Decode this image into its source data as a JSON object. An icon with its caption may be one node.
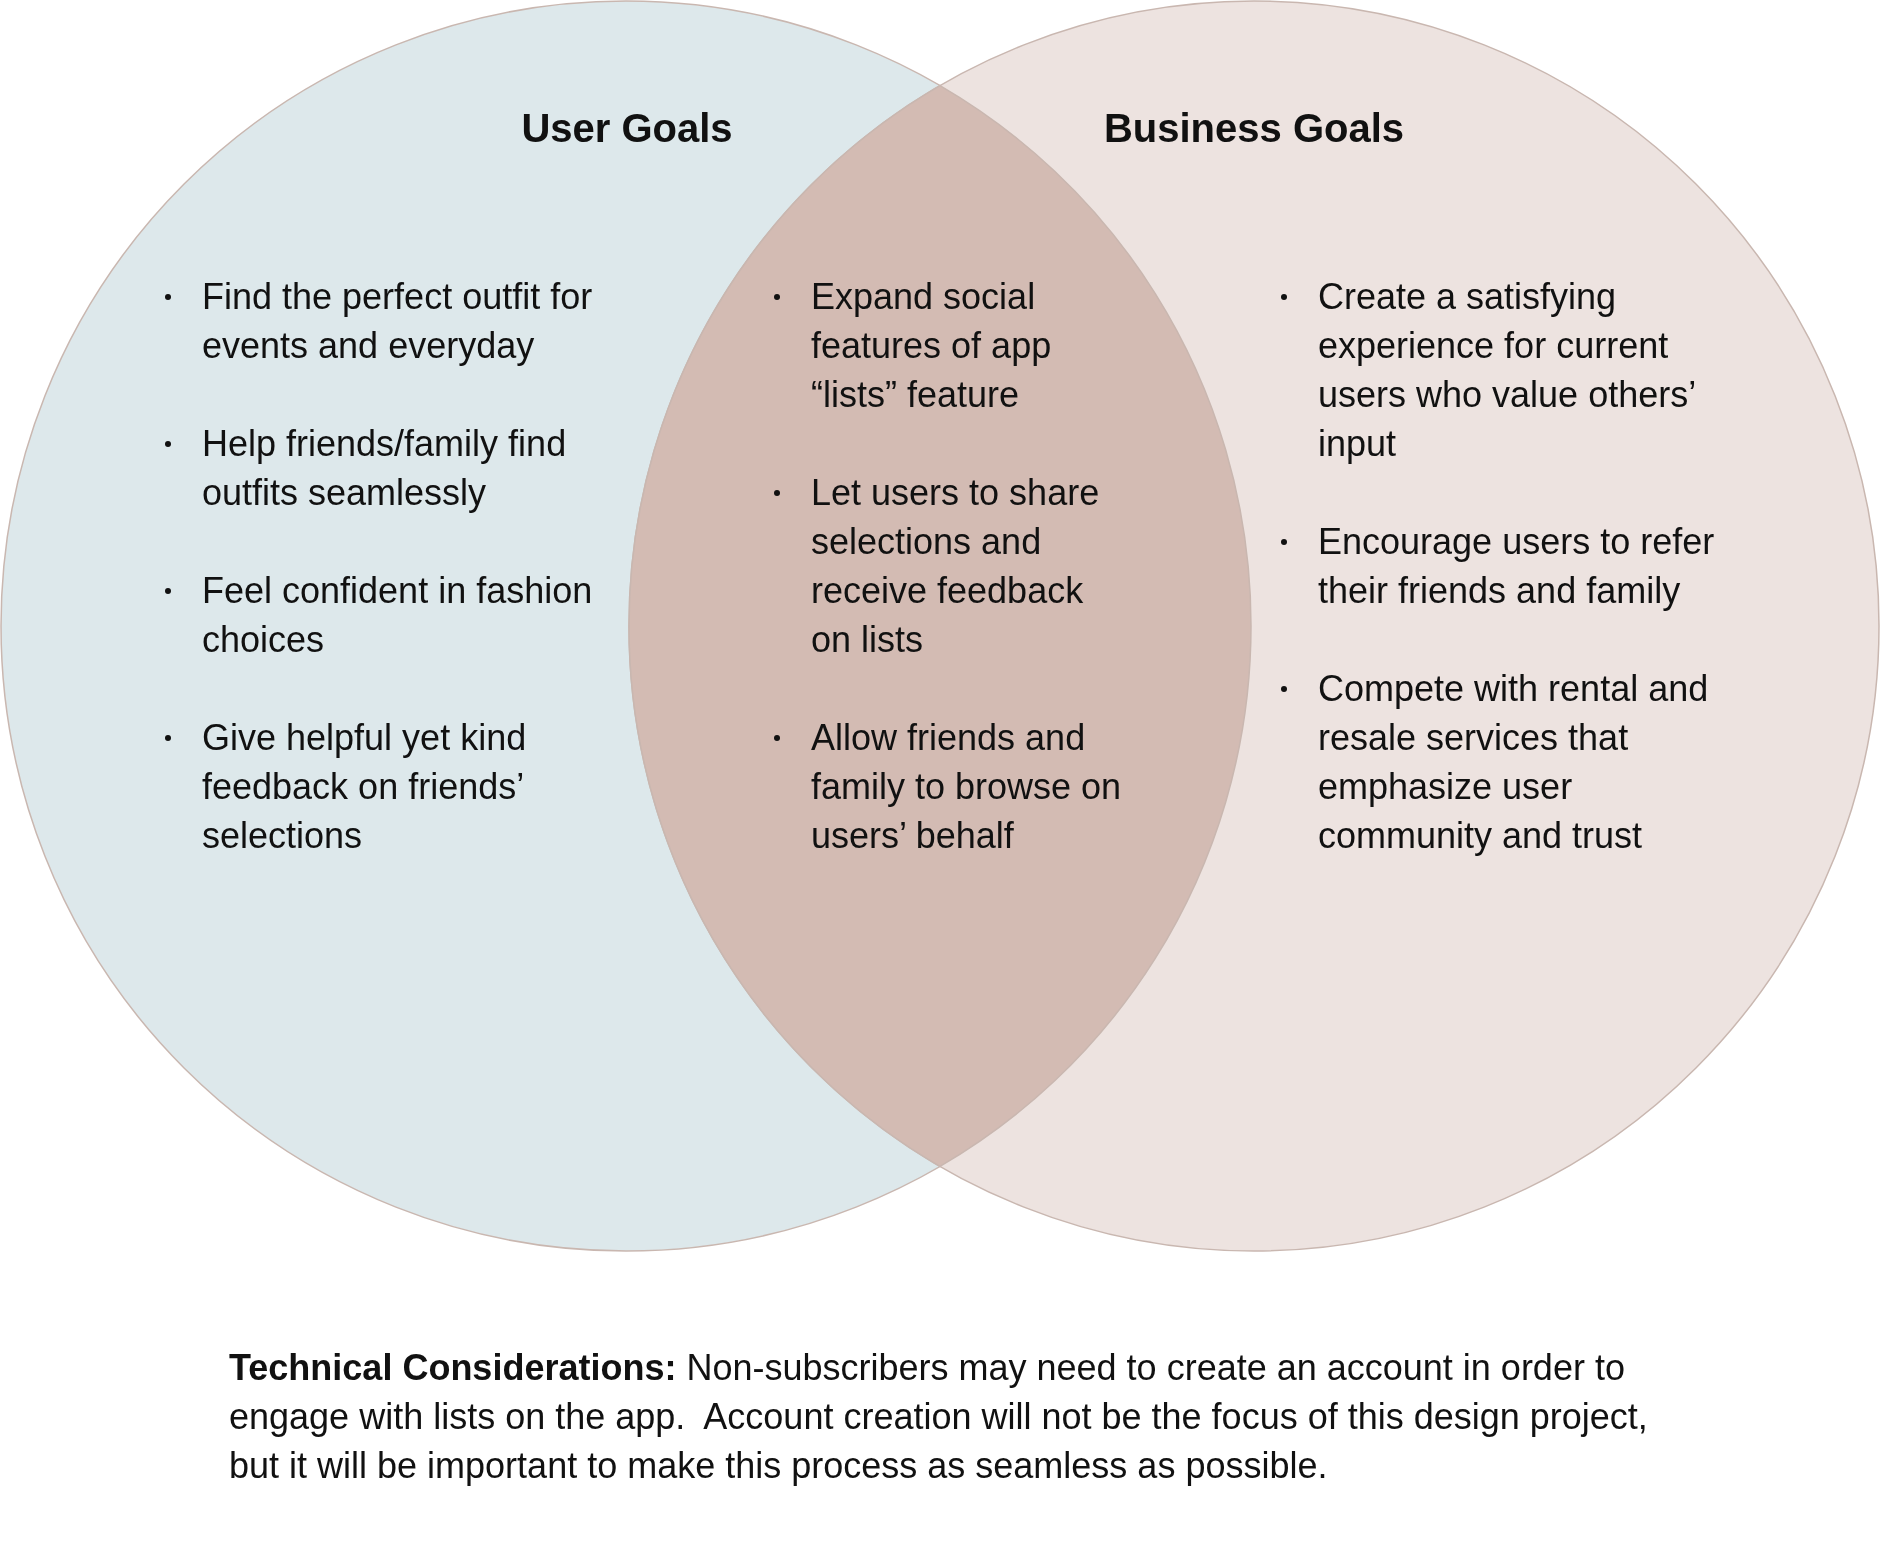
{
  "diagram": {
    "nodes": [
      {
        "text": [
          "User Goals",
          "Find the perfect outfit for events and everyday",
          "Help friends/family find outfits seamlessly",
          "Feel confident in fashion choices",
          "Give helpful yet kind feedback on friends’ selections"
        ]
      },
      {
        "text": [
          "Business Goals",
          "Create a satisfying experience for current users who value others’ input",
          "Encourage users to refer their friends and family",
          "Compete with rental and resale services that emphasize user community and trust"
        ]
      },
      {
        "text": [
          "Expand social features of app “lists” feature",
          "Let users to share selections and receive feedback on lists",
          "Allow friends and family to browse on users’ behalf"
        ]
      }
    ],
    "labels": [
      "**Technical Considerations:** Non-subscribers may need to create an account in order to engage with lists on the app.  Account creation will not be the focus of this design project, but it will be important to make this process as seamless as possible."
    ]
  }
}
